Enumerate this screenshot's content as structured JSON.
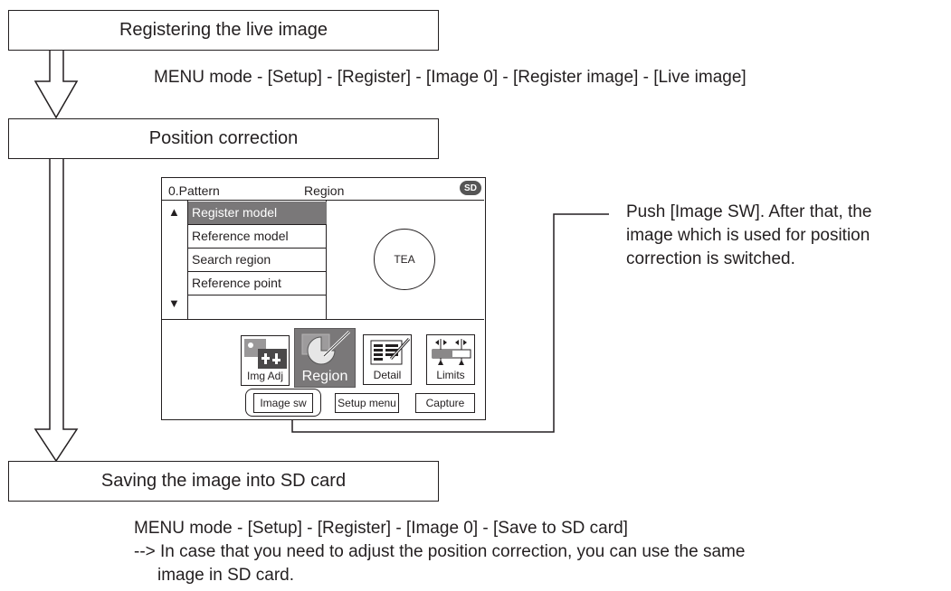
{
  "steps": {
    "register": {
      "label": "Registering the live image",
      "path": "MENU mode - [Setup] - [Register] - [Image 0] - [Register image] - [Live image]"
    },
    "position": {
      "label": "Position correction"
    },
    "save": {
      "label": "Saving the image into SD card",
      "path": "MENU mode - [Setup] - [Register] - [Image 0] - [Save to SD card]",
      "note_line1": "--> In case that you need to adjust the position correction, you can use the same",
      "note_line2": "image in SD card."
    }
  },
  "screen": {
    "title_left": "0.Pattern",
    "title_center": "Region",
    "sd_badge": "SD",
    "menu_items": [
      "Register model",
      "Reference model",
      "Search region",
      "Reference point",
      ""
    ],
    "selected_index": 0,
    "target_label": "TEA",
    "icons": {
      "img_adj": "Img Adj",
      "region": "Region",
      "detail": "Detail",
      "limits": "Limits"
    },
    "buttons": {
      "image_sw": "Image sw",
      "setup_menu": "Setup menu",
      "capture": "Capture"
    }
  },
  "callout": {
    "line1": "Push [Image SW]. After that, the",
    "line2": "image which is used for position",
    "line3": "correction is switched."
  }
}
